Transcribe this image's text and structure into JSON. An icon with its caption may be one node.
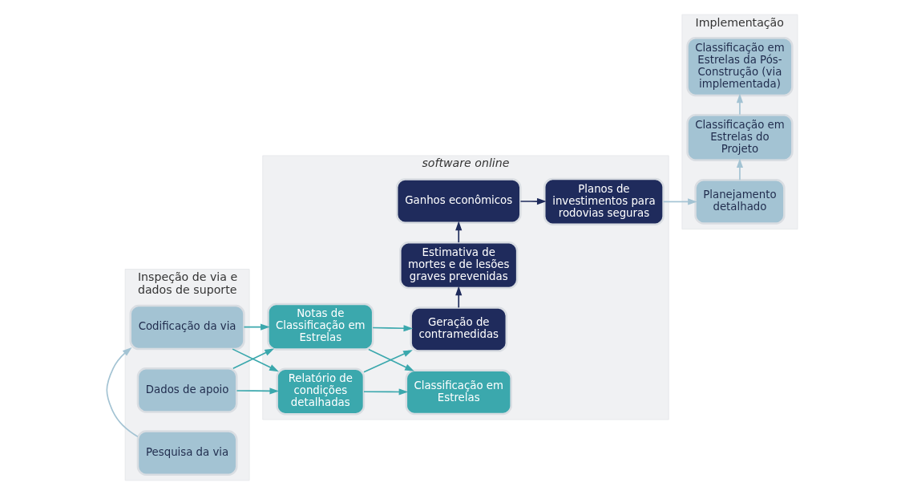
{
  "diagram": {
    "nodes": [
      {
        "text": [
          "Inspeção de via e dados de suporte"
        ]
      },
      {
        "text": [
          "Pesquisa da via"
        ],
        "in": 0
      },
      {
        "text": [
          "Codificação da via"
        ],
        "in": 0
      },
      {
        "text": [
          "Dados de apoio"
        ],
        "in": 0
      },
      {
        "text": [
          "software online"
        ]
      },
      {
        "text": [
          "Notas de Classificação em Estrelas"
        ],
        "in": 4
      },
      {
        "text": [
          "Relatório de condições detalhadas"
        ],
        "in": 4
      },
      {
        "text": [
          "Classificação em Estrelas"
        ],
        "in": 4
      },
      {
        "text": [
          "Geração de contramedidas"
        ],
        "in": 4
      },
      {
        "text": [
          "Estimativa de mortes e de lesões graves prevenidas"
        ],
        "in": 4
      },
      {
        "text": [
          "Ganhos econômicos"
        ],
        "in": 4
      },
      {
        "text": [
          "Planos de investimentos para rodovias seguras"
        ],
        "in": 4
      },
      {
        "text": [
          "Implementação"
        ]
      },
      {
        "text": [
          "Planejamento detalhado"
        ],
        "in": 12
      },
      {
        "text": [
          "Classificação em Estrelas do Projeto"
        ],
        "in": 12
      },
      {
        "text": [
          "Classificação em Estrelas da Pós-Construção (via implementada)"
        ],
        "in": 12
      }
    ],
    "edges": [
      {
        "from": 1,
        "to": 2,
        "arrow": "to",
        "color": "#a3c3d3"
      },
      {
        "from": 2,
        "to": 5,
        "arrow": "to"
      },
      {
        "from": 2,
        "to": 6,
        "arrow": "to"
      },
      {
        "from": 3,
        "to": 5,
        "arrow": "to"
      },
      {
        "from": 3,
        "to": 6,
        "arrow": "to"
      },
      {
        "from": 5,
        "to": 7,
        "arrow": "to"
      },
      {
        "from": 5,
        "to": 8,
        "arrow": "to"
      },
      {
        "from": 6,
        "to": 7,
        "arrow": "to"
      },
      {
        "from": 6,
        "to": 8,
        "arrow": "to"
      },
      {
        "from": 8,
        "to": 9,
        "arrow": "to",
        "color": "#1f2b5c"
      },
      {
        "from": 9,
        "to": 10,
        "arrow": "to",
        "color": "#1f2b5c"
      },
      {
        "from": 10,
        "to": 11,
        "arrow": "to",
        "color": "#1f2b5c"
      },
      {
        "from": 11,
        "to": 13,
        "arrow": "to",
        "color": "#a3c3d3"
      },
      {
        "from": 13,
        "to": 14,
        "arrow": "to",
        "color": "#a3c3d3"
      },
      {
        "from": 14,
        "to": 15,
        "arrow": "to",
        "color": "#a3c3d3"
      }
    ]
  }
}
